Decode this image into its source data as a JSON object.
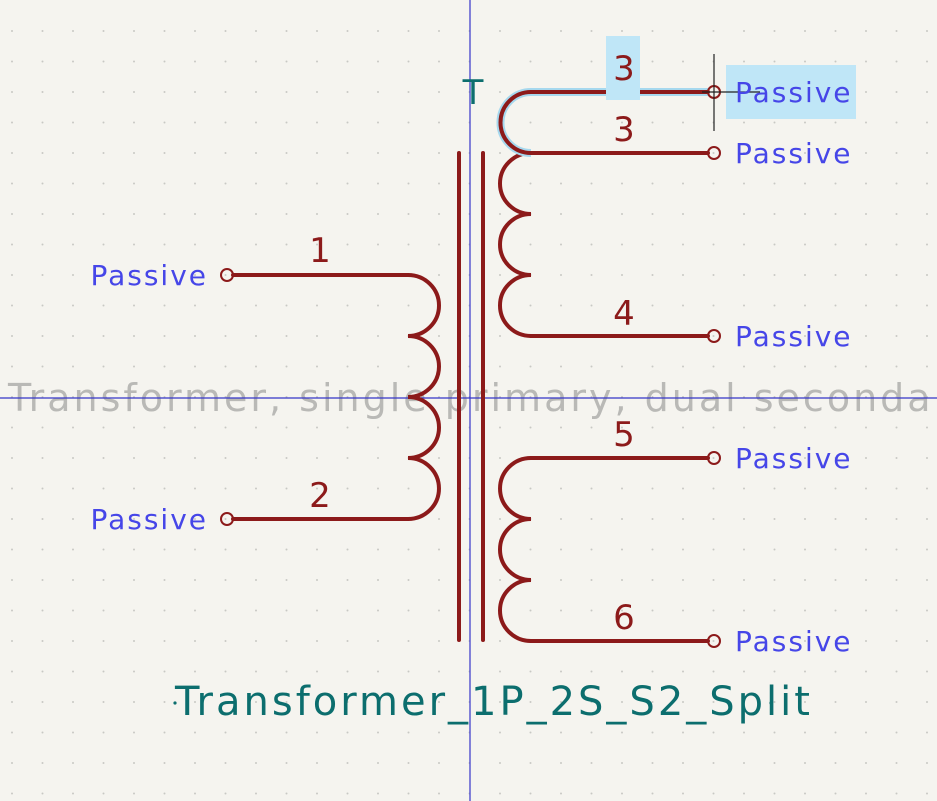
{
  "symbol": {
    "reference": "T",
    "value": "Transformer_1P_2S_S2_Split",
    "description": "Transformer, single primary, dual secondary"
  },
  "pins": [
    {
      "id": "pin1",
      "number": "1",
      "type": "Passive"
    },
    {
      "id": "pin2",
      "number": "2",
      "type": "Passive"
    },
    {
      "id": "pin3a",
      "number": "3",
      "type": "Passive",
      "selected": true
    },
    {
      "id": "pin3b",
      "number": "3",
      "type": "Passive"
    },
    {
      "id": "pin4",
      "number": "4",
      "type": "Passive"
    },
    {
      "id": "pin5",
      "number": "5",
      "type": "Passive"
    },
    {
      "id": "pin6",
      "number": "6",
      "type": "Passive"
    }
  ],
  "colors": {
    "background": "#f5f4ef",
    "wire": "#8c1a1a",
    "pin_type": "#4646e8",
    "field": "#0c6e6e",
    "description": "#b9b9b6",
    "selection": "#bfe6f7",
    "crosshair": "#3535c8"
  }
}
